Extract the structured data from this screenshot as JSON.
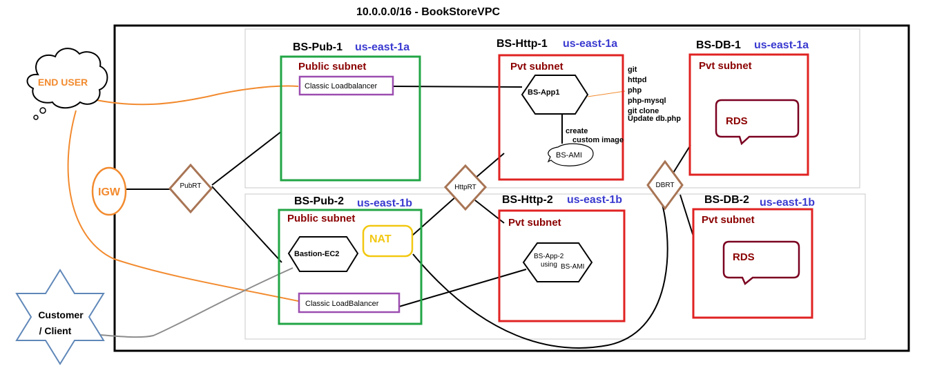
{
  "vpc": {
    "title": "10.0.0.0/16 - BookStoreVPC"
  },
  "subnets": {
    "pub1": {
      "name": "BS-Pub-1",
      "az": "us-east-1a",
      "type": "Public subnet"
    },
    "pub2": {
      "name": "BS-Pub-2",
      "az": "us-east-1b",
      "type": "Public subnet"
    },
    "http1": {
      "name": "BS-Http-1",
      "az": "us-east-1a",
      "type": "Pvt subnet"
    },
    "http2": {
      "name": "BS-Http-2",
      "az": "us-east-1b",
      "type": "Pvt subnet"
    },
    "db1": {
      "name": "BS-DB-1",
      "az": "us-east-1a",
      "type": "Pvt subnet"
    },
    "db2": {
      "name": "BS-DB-2",
      "az": "us-east-1b",
      "type": "Pvt subnet"
    }
  },
  "nodes": {
    "end_user": "END USER",
    "igw": "IGW",
    "customer_line1": "Customer",
    "customer_line2": "/ Client",
    "pubrt": "PubRT",
    "httprt": "HttpRT",
    "dbrt": "DBRT",
    "clb1": "Classic Loadbalancer",
    "clb2": "Classic LoadBalancer",
    "bastion": "Bastion-EC2",
    "nat": "NAT",
    "app1": "BS-App1",
    "app2_line1": "BS-App-2",
    "app2_line2": "using",
    "app2_line3": "BS-AMI",
    "ami": "BS-AMI",
    "rds1": "RDS",
    "rds2": "RDS"
  },
  "notes": {
    "setup_steps": [
      "git",
      "httpd",
      "php",
      "php-mysql",
      "git clone",
      "Update db.php"
    ],
    "create_line1": "create",
    "create_line2": "custom image"
  },
  "colors": {
    "public_subnet": "#22a545",
    "private_subnet": "#e02222",
    "load_balancer": "#9b4db0",
    "nat": "#f2c811",
    "internet_line": "#f28a2e",
    "route_table": "#a87555",
    "customer": "#5f87b8",
    "az_label": "#3a3ad0",
    "rds": "#7a0020"
  }
}
